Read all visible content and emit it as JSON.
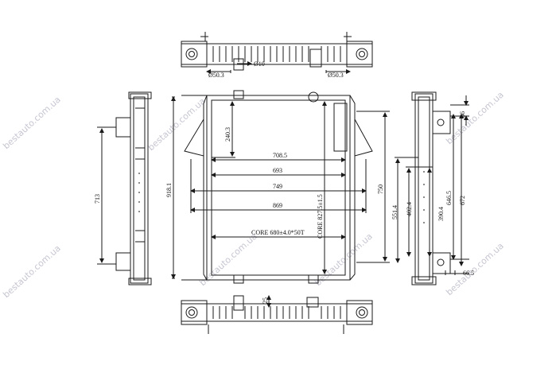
{
  "watermark": "bestauto.com.ua",
  "colors": {
    "line": "#1a1a1a",
    "watermark": "#c7c7d3",
    "background": "#ffffff"
  },
  "top_view": {
    "dia_10": "Ø10",
    "dia_left": "Ø50.3",
    "dia_right": "Ø50.3"
  },
  "front_view": {
    "w_708_5": "708.5",
    "w_693": "693",
    "w_749": "749",
    "w_869": "869",
    "h_240_3": "240.3",
    "h_918_1": "918.1",
    "h_750": "750",
    "core_w": "CORE 680±4.0*50T",
    "core_h": "CORE 827.5±1.5"
  },
  "left_view": {
    "h_713": "713"
  },
  "right_view": {
    "d_86": "86",
    "d_646_5": "646.5",
    "d_672": "672",
    "d_390_4": "390.4",
    "d_402_4": "402.4",
    "d_551_4": "551.4",
    "d_66_5": "66.5"
  },
  "bottom_view": {
    "d_25": "25"
  }
}
